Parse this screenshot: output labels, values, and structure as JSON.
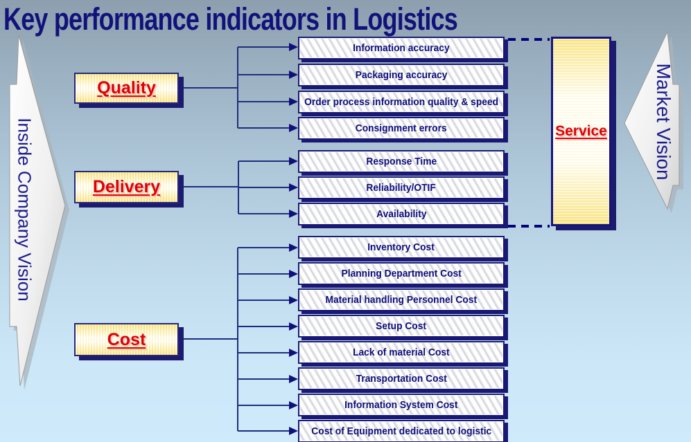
{
  "page": {
    "title": "Key performance indicators in Logistics"
  },
  "vision": {
    "left_label": "Inside Company Vision",
    "right_label": "Market Vision"
  },
  "categories": [
    {
      "label": "Quality"
    },
    {
      "label": "Delivery"
    },
    {
      "label": "Cost"
    }
  ],
  "service": {
    "label": "Service"
  },
  "groups": [
    {
      "category": "Quality",
      "items": [
        "Information accuracy",
        "Packaging accuracy",
        "Order process information quality & speed",
        "Consignment errors"
      ]
    },
    {
      "category": "Delivery",
      "items": [
        "Response Time",
        "Reliability/OTIF",
        "Availability"
      ]
    },
    {
      "category": "Cost",
      "items": [
        "Inventory Cost",
        "Planning Department Cost",
        "Material handling Personnel Cost",
        "Setup Cost",
        "Lack of material Cost",
        "Transportation Cost",
        "Information System Cost",
        "Cost of  Equipment dedicated to logistic"
      ]
    }
  ],
  "colors": {
    "title_navy": "#12127a",
    "box_border_navy": "#191975",
    "kpi_text_navy": "#0d0d7a",
    "accent_red": "#de0202",
    "category_yellow": "#f7dd66",
    "connector_navy": "#1f2d7c",
    "dash_navy": "#00007d",
    "background_top": "#8d9fae",
    "background_bottom": "#cfeafb"
  }
}
